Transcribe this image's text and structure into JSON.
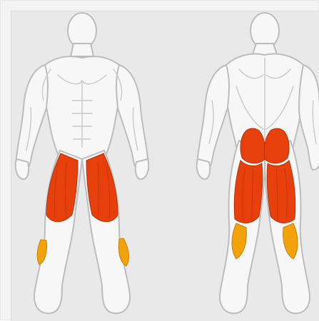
{
  "figures": [
    {
      "view": "front"
    },
    {
      "view": "back"
    }
  ],
  "colors": {
    "background": "#e9e9e9",
    "body_fill": "#f7f7f7",
    "body_outline": "#bdbdbd",
    "muscle_lines": "#c9c9c9",
    "primary_muscle": "#e8400d",
    "primary_muscle_dark": "#b83008",
    "secondary_muscle": "#f2a20a",
    "secondary_muscle_dark": "#c88305"
  },
  "muscles": {
    "primary": [
      "quadriceps",
      "glutes",
      "hamstrings"
    ],
    "secondary": [
      "calves"
    ]
  }
}
